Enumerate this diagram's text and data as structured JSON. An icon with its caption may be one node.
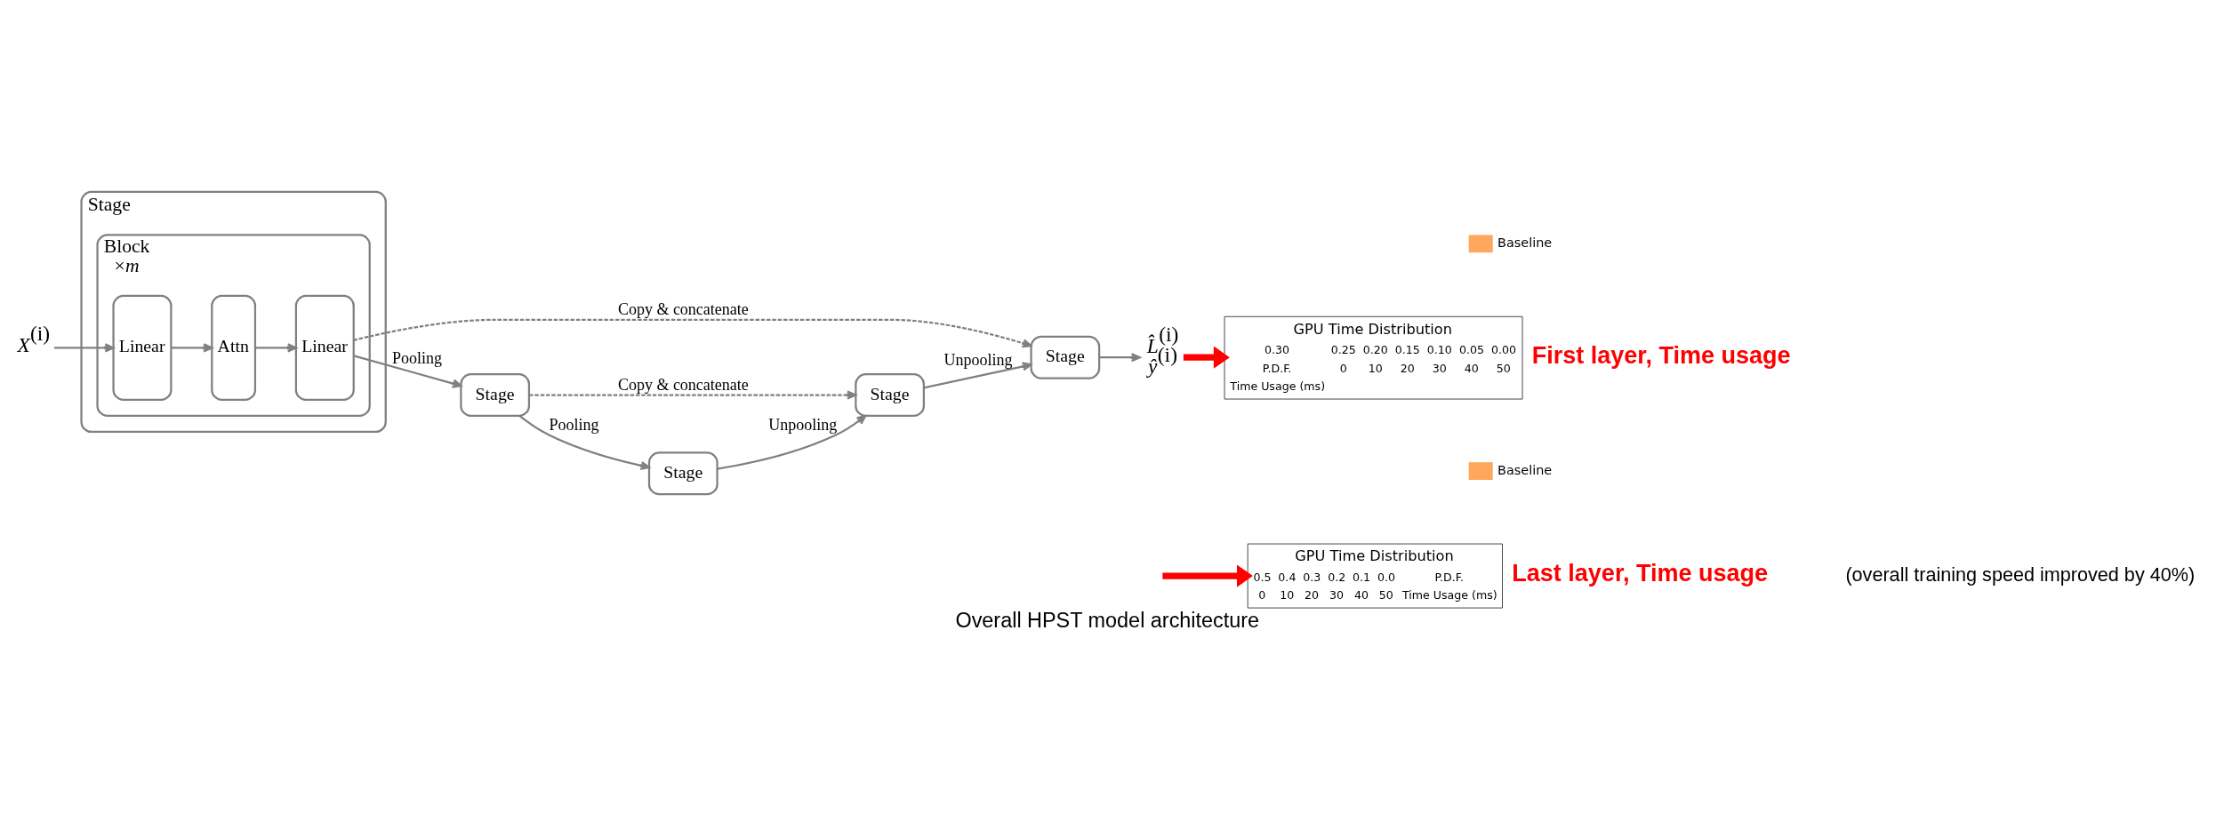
{
  "diagram": {
    "caption": "Overall HPST model architecture",
    "nodes": [
      {
        "text": [
          "*X*$^{(i)}$"
        ]
      },
      {
        "text": [
          "Stage"
        ]
      },
      {
        "text": [
          "Block",
          "×*m*"
        ],
        "in": 1
      },
      {
        "text": [
          "Linear"
        ],
        "in": 2
      },
      {
        "text": [
          "Attn"
        ],
        "in": 2
      },
      {
        "text": [
          "Linear"
        ],
        "in": 2
      },
      {
        "text": [
          "Stage"
        ]
      },
      {
        "text": [
          "*L̂*$^{(i)}$",
          "*ŷ*$^{(i)}$"
        ]
      },
      {
        "text": [
          "GPU Time Distribution",
          "0.30",
          "0.25",
          "0.20",
          "0.15",
          "0.10",
          "0.05",
          "0.00",
          "P.D.F.",
          "0",
          "10",
          "20",
          "30",
          "40",
          "50",
          "Time Usage (ms)"
        ],
        "beside": [
          "First layer, Time usage"
        ]
      },
      {
        "text": [
          "Stage"
        ]
      },
      {
        "text": [
          "Stage"
        ]
      },
      {
        "text": [
          "Stage"
        ]
      },
      {
        "text": [
          "GPU Time Distribution",
          "0.5",
          "0.4",
          "0.3",
          "0.2",
          "0.1",
          "0.0",
          "P.D.F.",
          "0",
          "10",
          "20",
          "30",
          "40",
          "50",
          "Time Usage (ms)"
        ],
        "beside": [
          "Last layer, Time usage"
        ]
      }
    ],
    "edges": [
      {
        "from": 0,
        "to": 3,
        "arrow": "to"
      },
      {
        "from": 3,
        "to": 4,
        "arrow": "to"
      },
      {
        "from": 4,
        "to": 5,
        "arrow": "to"
      },
      {
        "from": 5,
        "to": 6,
        "arrow": "to",
        "label": "Copy & concatenate",
        "style": "dashed"
      },
      {
        "from": 6,
        "to": 7,
        "arrow": "to"
      },
      {
        "from": 7,
        "to": 8,
        "arrow": "to",
        "style": "thick",
        "color": "#ff0000"
      },
      {
        "from": 5,
        "to": 9,
        "arrow": "to",
        "label": "Pooling"
      },
      {
        "from": 9,
        "to": 10,
        "arrow": "to",
        "label": "Copy & concatenate",
        "style": "dashed"
      },
      {
        "from": 9,
        "to": 11,
        "arrow": "to",
        "label": "Pooling"
      },
      {
        "from": 11,
        "to": 10,
        "arrow": "to",
        "label": "Unpooling"
      },
      {
        "from": 10,
        "to": 6,
        "arrow": "to",
        "label": "Unpooling"
      },
      {
        "from": null,
        "to": 12,
        "arrow": "to",
        "style": "thick",
        "color": "#ff0000"
      }
    ],
    "labels": [
      "(overall training speed improved by 40%)"
    ],
    "legend": [
      {
        "text": "Baseline",
        "color": "#ffa75c"
      },
      {
        "text": "Baseline",
        "color": "#ffa75c"
      }
    ]
  }
}
